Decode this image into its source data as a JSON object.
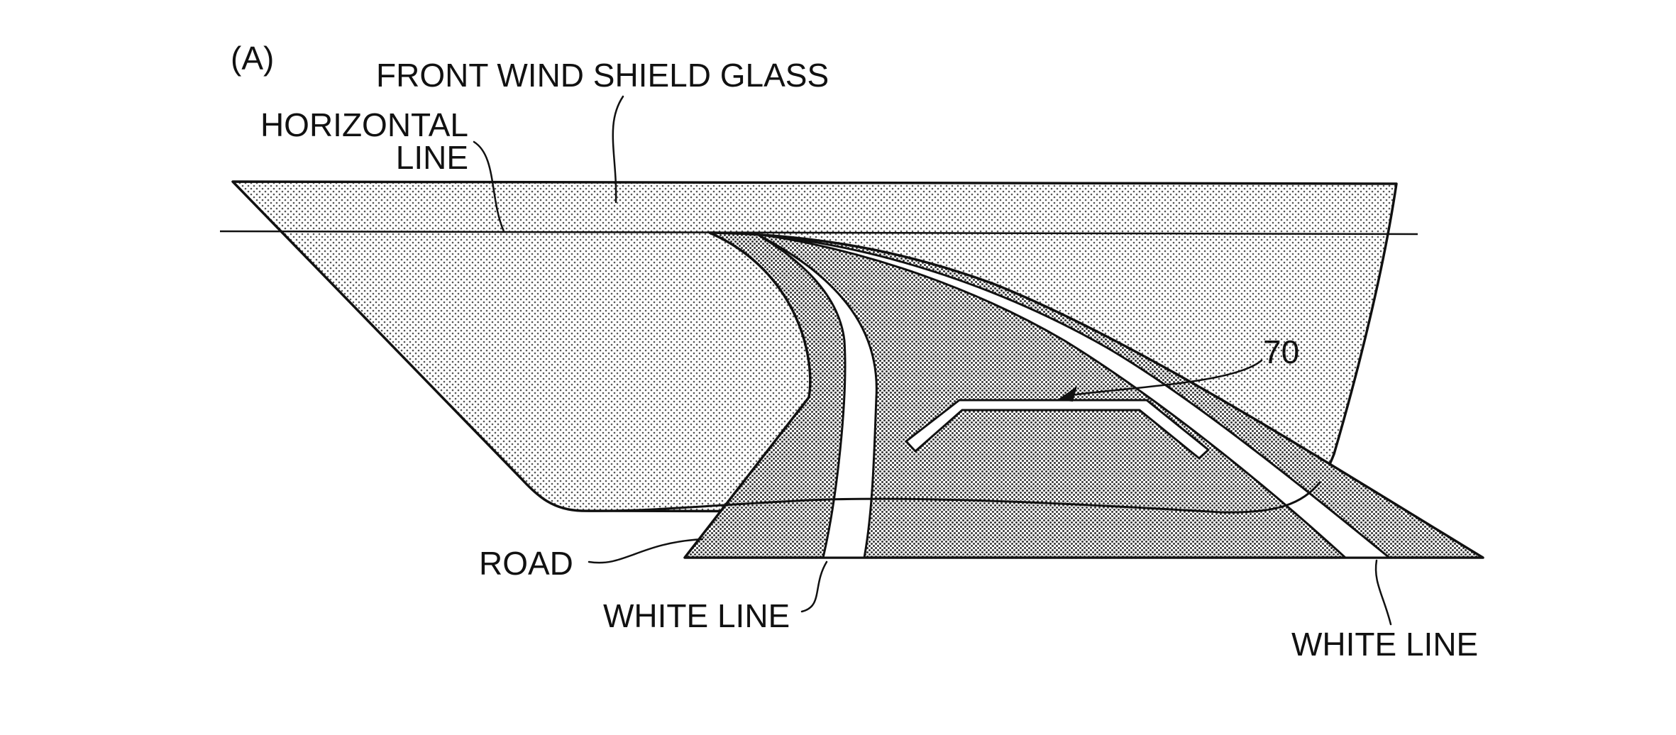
{
  "figure": {
    "panel_label": "(A)",
    "labels": {
      "windshield": "FRONT WIND SHIELD GLASS",
      "horizontal_line_1": "HORIZONTAL",
      "horizontal_line_2": "LINE",
      "road": "ROAD",
      "white_line_left": "WHITE LINE",
      "white_line_right": "WHITE LINE",
      "marker": "70"
    },
    "colors": {
      "ink": "#111111",
      "glass_dots": "#555555",
      "road_dots": "#333333",
      "white_line": "#ffffff"
    }
  }
}
